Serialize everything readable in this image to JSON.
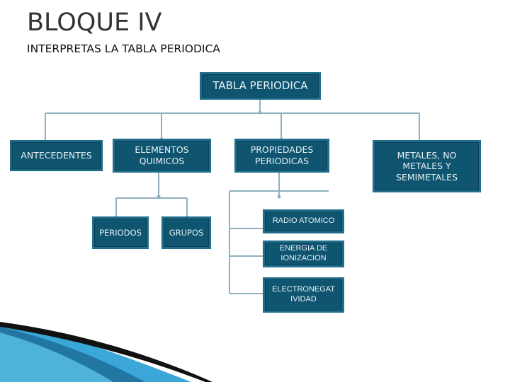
{
  "slide": {
    "title": "BLOQUE IV",
    "subtitle": "INTERPRETAS LA TABLA PERIODICA"
  },
  "diagram": {
    "root": "TABLA PERIODICA",
    "branches": {
      "antecedentes": "ANTECEDENTES",
      "elementos": "ELEMENTOS QUIMICOS",
      "propiedades": "PROPIEDADES PERIODICAS",
      "metales": "METALES, NO METALES Y SEMIMETALES"
    },
    "elementos_children": {
      "periodos": "PERIODOS",
      "grupos": "GRUPOS"
    },
    "propiedades_children": {
      "radio": "RADIO ATOMICO",
      "energia": "ENERGIA DE IONIZACION",
      "electronegatividad": "ELECTRONEGAT IVIDAD"
    }
  },
  "colors": {
    "box_fill": "#0f5570",
    "box_border": "#1f6f8c",
    "connector": "#8fb1bf",
    "decor_blue": "#3aa7d8"
  }
}
